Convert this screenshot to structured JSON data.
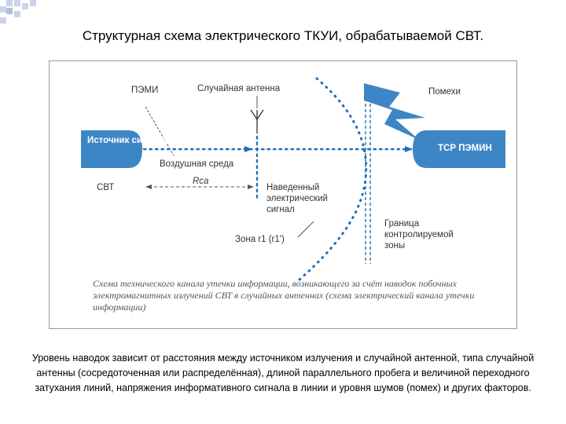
{
  "title": "Структурная схема электрического ТКУИ, обрабатываемой СВТ.",
  "diagram": {
    "source": "Источник сигнала",
    "svt": "СВТ",
    "pemi": "ПЭМИ",
    "random_antenna": "Случайная антенна",
    "air": "Воздушная среда",
    "rsa": "Rса",
    "induced": "Наведенный электрический сигнал",
    "interference": "Помехи",
    "receiver": "ТСР ПЭМИН",
    "zone": "Зона r1 (r1')",
    "boundary": "Граница контролируемой зоны",
    "caption": "Схема технического канала утечки информации, возникающего за счёт наводок побочных электромагнитных излучений СВТ в случайных антеннах (схема электрический канала утечки информации)"
  },
  "bottom_text": "Уровень наводок зависит от расстояния между источником излучения и случайной антенной, типа случайной антенны (сосредоточенная или распределённая), длиной параллельного пробега и величиной переходного затухания линий, напряжения информативного сигнала в линии и уровня шумов (помех) и других факторов.",
  "colors": {
    "accent": "#1f6fb5",
    "box_fill": "#3d86c6",
    "text": "#333333"
  }
}
